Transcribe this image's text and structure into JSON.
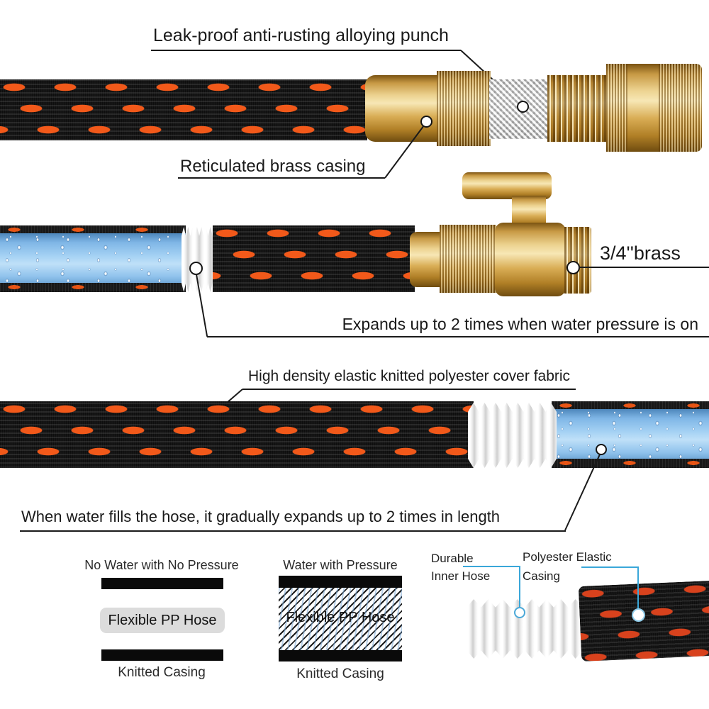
{
  "labels": {
    "punch": "Leak-proof anti-rusting alloying punch",
    "brass_casing": "Reticulated brass casing",
    "brass_size": "3/4''brass",
    "expands": "Expands up to 2 times when water pressure is on",
    "fabric": "High density elastic knitted polyester cover fabric",
    "length": "When water fills the hose, it gradually expands up to 2 times in length"
  },
  "cross_sections": {
    "no_pressure": {
      "title": "No Water with No Pressure",
      "hose": "Flexible PP Hose",
      "casing": "Knitted Casing"
    },
    "pressure": {
      "title": "Water with Pressure",
      "hose": "Flexible PP Hose",
      "casing": "Knitted Casing"
    }
  },
  "callouts": {
    "inner_hose": {
      "line1": "Durable",
      "line2": "Inner Hose"
    },
    "elastic_casing": {
      "line1": "Polyester Elastic",
      "line2": "Casing"
    }
  },
  "colors": {
    "hose_black": "#161616",
    "dash_orange": "#f2591a",
    "brass_gold": "#d9ad55",
    "water_blue": "#8fc2ec",
    "callout_blue": "#3aa7d9",
    "leader_black": "#1a1a1a"
  }
}
